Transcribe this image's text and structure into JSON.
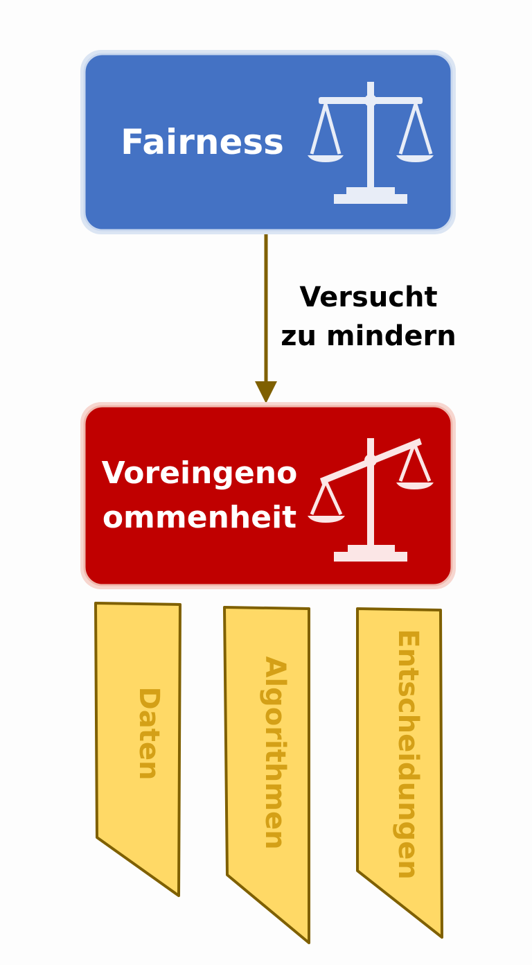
{
  "nodes": {
    "fairness": {
      "label": "Fairness",
      "color": "#4472c4",
      "icon": "balanced-scale-icon"
    },
    "bias": {
      "label_line1": "Voreingeno",
      "label_line2": "ommenheit",
      "color": "#c00000",
      "icon": "tilted-scale-icon"
    }
  },
  "edge": {
    "label_line1": "Versucht",
    "label_line2": "zu mindern",
    "color": "#7f6000"
  },
  "banners": {
    "color": "#ffd966",
    "border": "#7f6000",
    "text_color": "#d4a017",
    "items": [
      {
        "label": "Daten"
      },
      {
        "label": "Algorithmen"
      },
      {
        "label": "Entscheidungen"
      }
    ]
  }
}
